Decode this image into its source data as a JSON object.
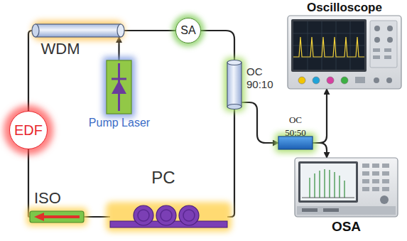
{
  "diagram": {
    "nodes": [
      {
        "text": [
          "WDM"
        ]
      },
      {
        "text": [
          "SA"
        ]
      },
      {
        "text": [
          "Pump Laser"
        ]
      },
      {
        "text": [
          "EDF"
        ]
      },
      {
        "text": [
          "OC 90:10"
        ]
      },
      {
        "text": [
          "OC 50:50"
        ]
      },
      {
        "text": [
          "Oscilloscope"
        ]
      },
      {
        "text": [
          "OSA"
        ]
      },
      {
        "text": [
          "PC"
        ]
      },
      {
        "text": [
          "ISO"
        ]
      }
    ],
    "edges": [
      {
        "from": 2,
        "to": 0,
        "arrow": "to"
      },
      {
        "from": 0,
        "to": 1,
        "arrow": "none"
      },
      {
        "from": 1,
        "to": 4,
        "arrow": "none"
      },
      {
        "from": 4,
        "to": 8,
        "arrow": "none"
      },
      {
        "from": 8,
        "to": 9,
        "arrow": "none"
      },
      {
        "from": 9,
        "to": 3,
        "arrow": "none"
      },
      {
        "from": 3,
        "to": 0,
        "arrow": "none"
      },
      {
        "from": 4,
        "to": 5,
        "arrow": "to"
      },
      {
        "from": 5,
        "to": 6,
        "arrow": "to"
      },
      {
        "from": 5,
        "to": 7,
        "arrow": "to"
      }
    ]
  }
}
